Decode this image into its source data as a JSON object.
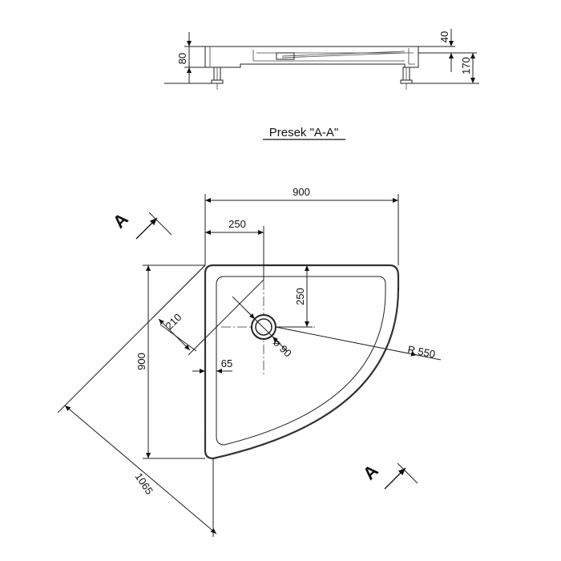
{
  "section_view": {
    "title": "Presek \"A-A\"",
    "dim_left_height": "80",
    "dim_right_top": "40",
    "dim_right_height": "170"
  },
  "plan_view": {
    "dim_total_width": "900",
    "dim_drain_offset_x": "250",
    "dim_drain_offset_y": "250",
    "dim_total_height": "900",
    "dim_diagonal": "1065",
    "dim_corner_chamfer": "210",
    "dim_rim_width": "65",
    "dim_drain_diameter": "ø 90",
    "dim_radius": "R 550",
    "section_marker_top": "A",
    "section_marker_bottom": "A"
  },
  "colors": {
    "line": "#222222",
    "background": "#ffffff"
  }
}
